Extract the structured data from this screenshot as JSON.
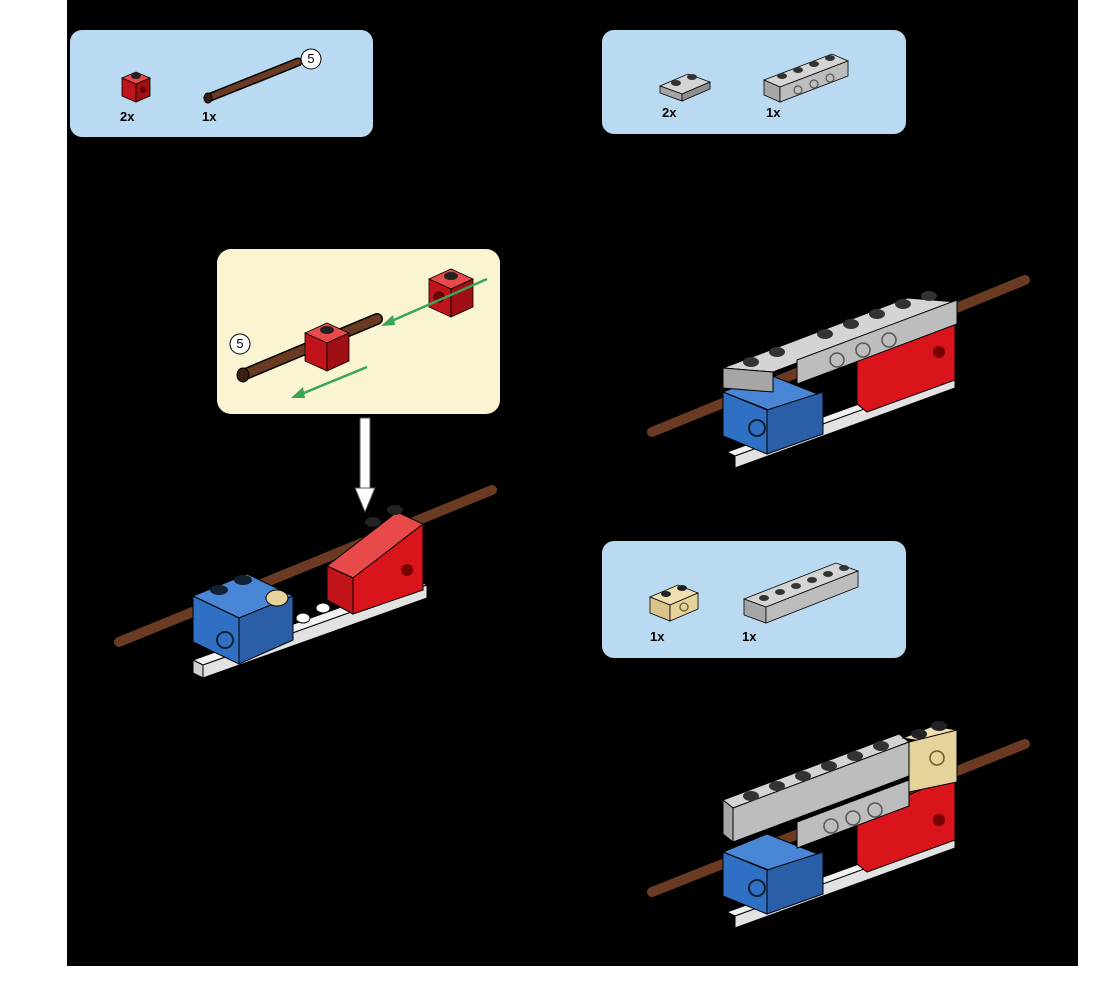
{
  "steps": {
    "step1_parts": {
      "items": [
        {
          "part": "red-technic-brick-1x1-with-hole",
          "quantity": "2x"
        },
        {
          "part": "brown-axle",
          "quantity": "1x",
          "length": "5"
        }
      ]
    },
    "step1_callout": {
      "axle_length": "5"
    },
    "step2_parts": {
      "items": [
        {
          "part": "light-gray-plate-1x2",
          "quantity": "2x"
        },
        {
          "part": "light-gray-technic-brick-1x4",
          "quantity": "1x"
        }
      ]
    },
    "step3_parts": {
      "items": [
        {
          "part": "tan-technic-brick-1x2",
          "quantity": "1x"
        },
        {
          "part": "light-gray-brick-1x6",
          "quantity": "1x"
        }
      ]
    }
  },
  "colors": {
    "panel_blue": "#b9daf1",
    "callout_cream": "#fbf4d2",
    "red": "#d9141a",
    "blue": "#2f6fc4",
    "light_gray": "#b8b8b8",
    "tan": "#e6d39c",
    "brown": "#5a3320",
    "arrow_green": "#3aa655"
  }
}
